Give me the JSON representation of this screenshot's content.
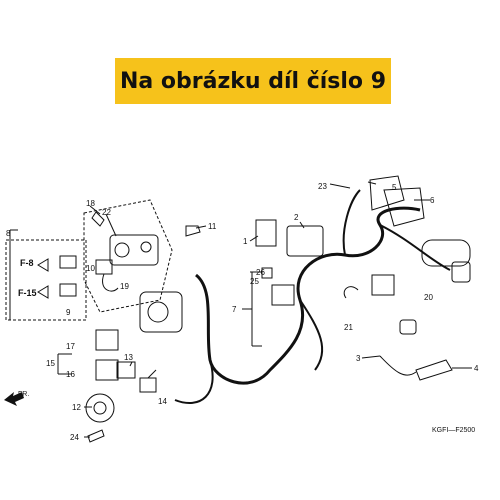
{
  "banner": {
    "text": "Na obrázku díl číslo 9",
    "color": "#f6c21b"
  },
  "diagram": {
    "callouts": [
      "1",
      "2",
      "3",
      "4",
      "5",
      "6",
      "7",
      "8",
      "9",
      "10",
      "11",
      "12",
      "13",
      "14",
      "15",
      "16",
      "17",
      "18",
      "19",
      "20",
      "21",
      "22",
      "23",
      "24",
      "25",
      "26"
    ],
    "inset_labels": [
      "F-8",
      "F-15"
    ],
    "direction_label": "FR.",
    "ref_code": "KGFI—F2500"
  }
}
